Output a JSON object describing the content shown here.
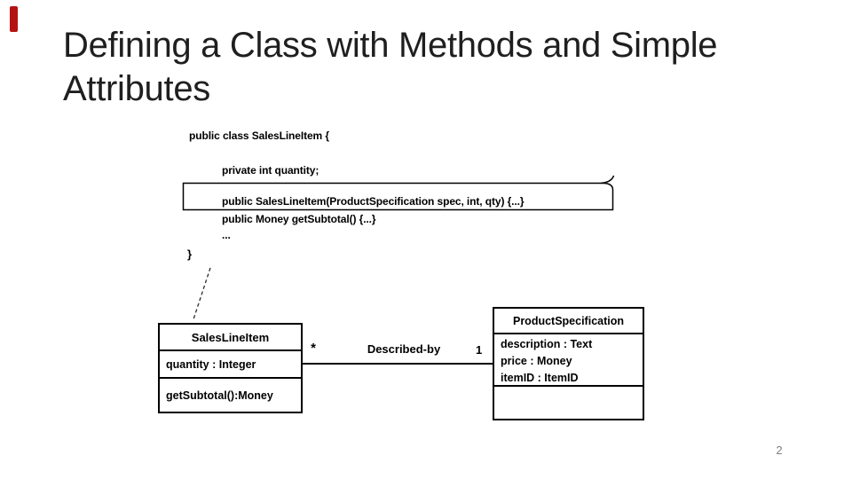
{
  "slide": {
    "title": "Defining a Class with Methods and Simple Attributes",
    "page_number": "2",
    "colors": {
      "accent_red": "#b41314",
      "text": "#000000",
      "muted_gray": "#808080",
      "background": "#ffffff"
    }
  },
  "code": {
    "lines": [
      "public class SalesLineItem {",
      "private int quantity;",
      "public SalesLineItem(ProductSpecification spec, int, qty) {...}",
      "public Money getSubtotal() {...}",
      "...",
      "}"
    ]
  },
  "uml": {
    "sales_line_item": {
      "name": "SalesLineItem",
      "attribute": "quantity : Integer",
      "method": "getSubtotal():Money"
    },
    "association": {
      "label": "Described-by",
      "left_multiplicity": "*",
      "right_multiplicity": "1"
    },
    "product_specification": {
      "name": "ProductSpecification",
      "attributes": [
        "description : Text",
        "price : Money",
        "itemID : ItemID"
      ]
    }
  }
}
